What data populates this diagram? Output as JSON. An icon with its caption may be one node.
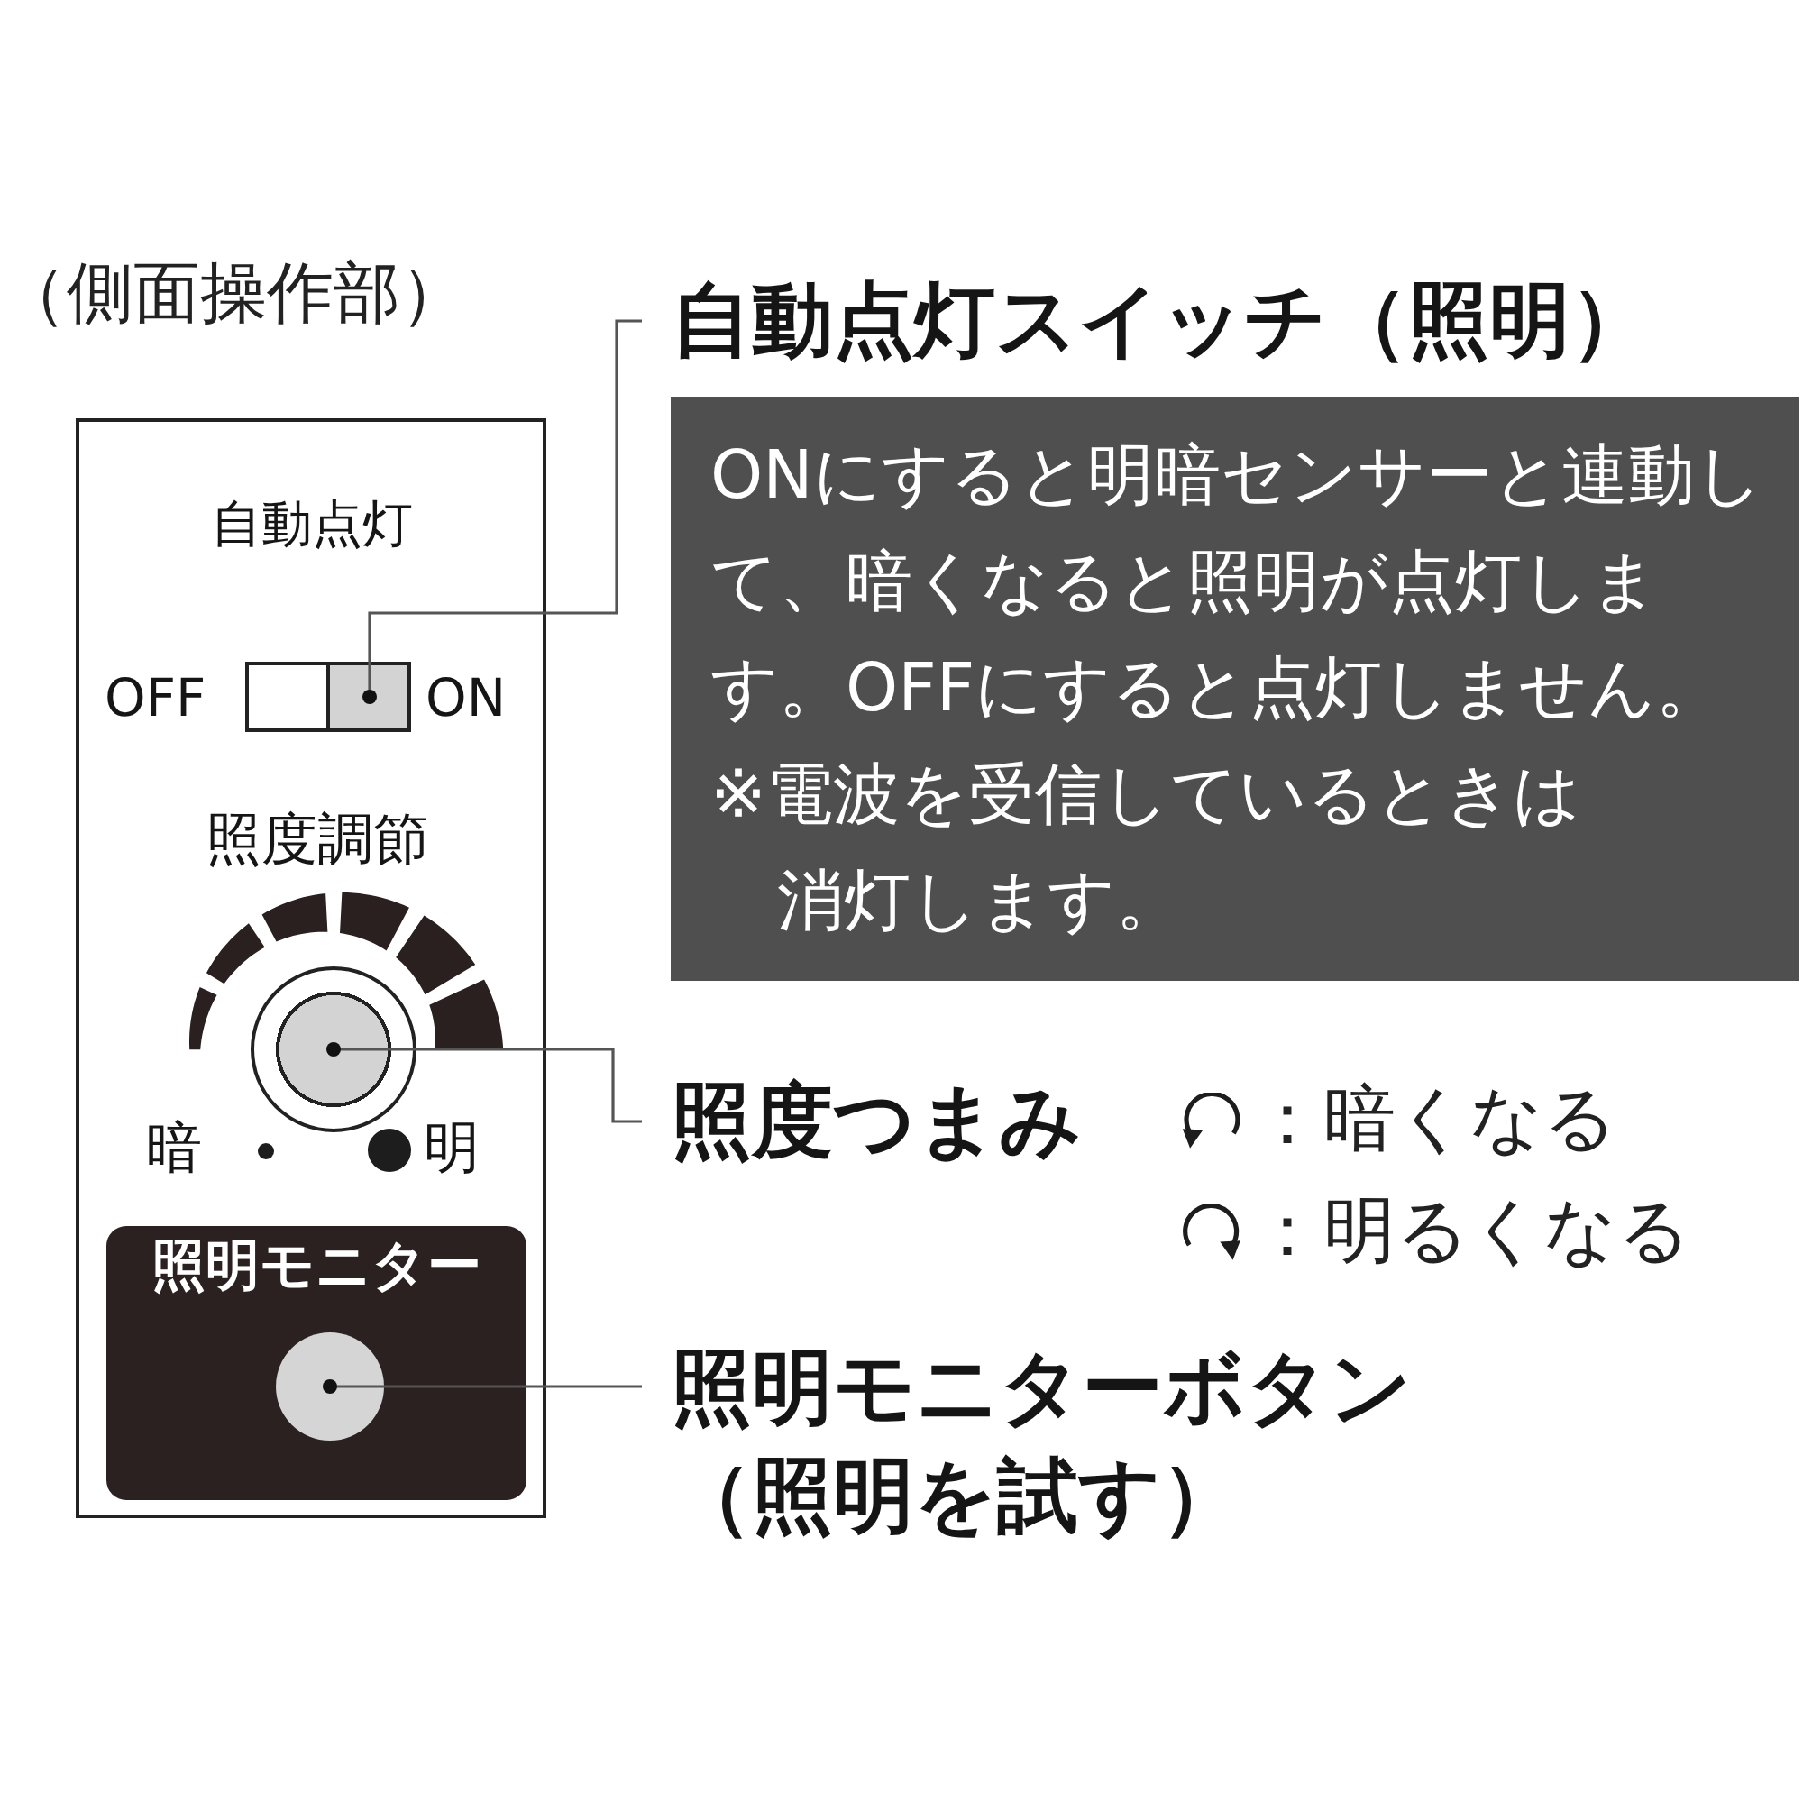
{
  "diagram": {
    "nodes": [
      {
        "text": [
          "（側面操作部）"
        ]
      },
      {
        "text": [],
        "shape": "box",
        "in": 0,
        "beside": [
          "自動点灯",
          "OFF",
          "ON"
        ]
      },
      {
        "text": [],
        "shape": "circle",
        "in": 0,
        "beside": [
          "照度調節",
          "暗",
          "明"
        ]
      },
      {
        "text": [
          "照明モニター"
        ],
        "in": 0
      },
      {
        "text": [],
        "shape": "circle",
        "in": 3
      },
      {
        "text": [
          "自動点灯スイッチ（照明）"
        ]
      },
      {
        "text": [
          "ONにすると明暗センサーと連動して、暗くなると照明が点灯します。OFFにすると点灯しません。",
          "※電波を受信しているときは消灯します。"
        ]
      },
      {
        "text": [
          "照度つまみ"
        ]
      },
      {
        "text": [
          "照明モニターボタン（照明を試す）"
        ]
      }
    ],
    "edges": [
      {
        "from": 5,
        "to": 1,
        "arrow": "other"
      },
      {
        "from": 7,
        "to": 2,
        "arrow": "other"
      },
      {
        "from": 8,
        "to": 4,
        "arrow": "other"
      }
    ],
    "legend": [
      {
        "text": "：暗くなる"
      },
      {
        "text": "：明るくなる"
      }
    ]
  }
}
